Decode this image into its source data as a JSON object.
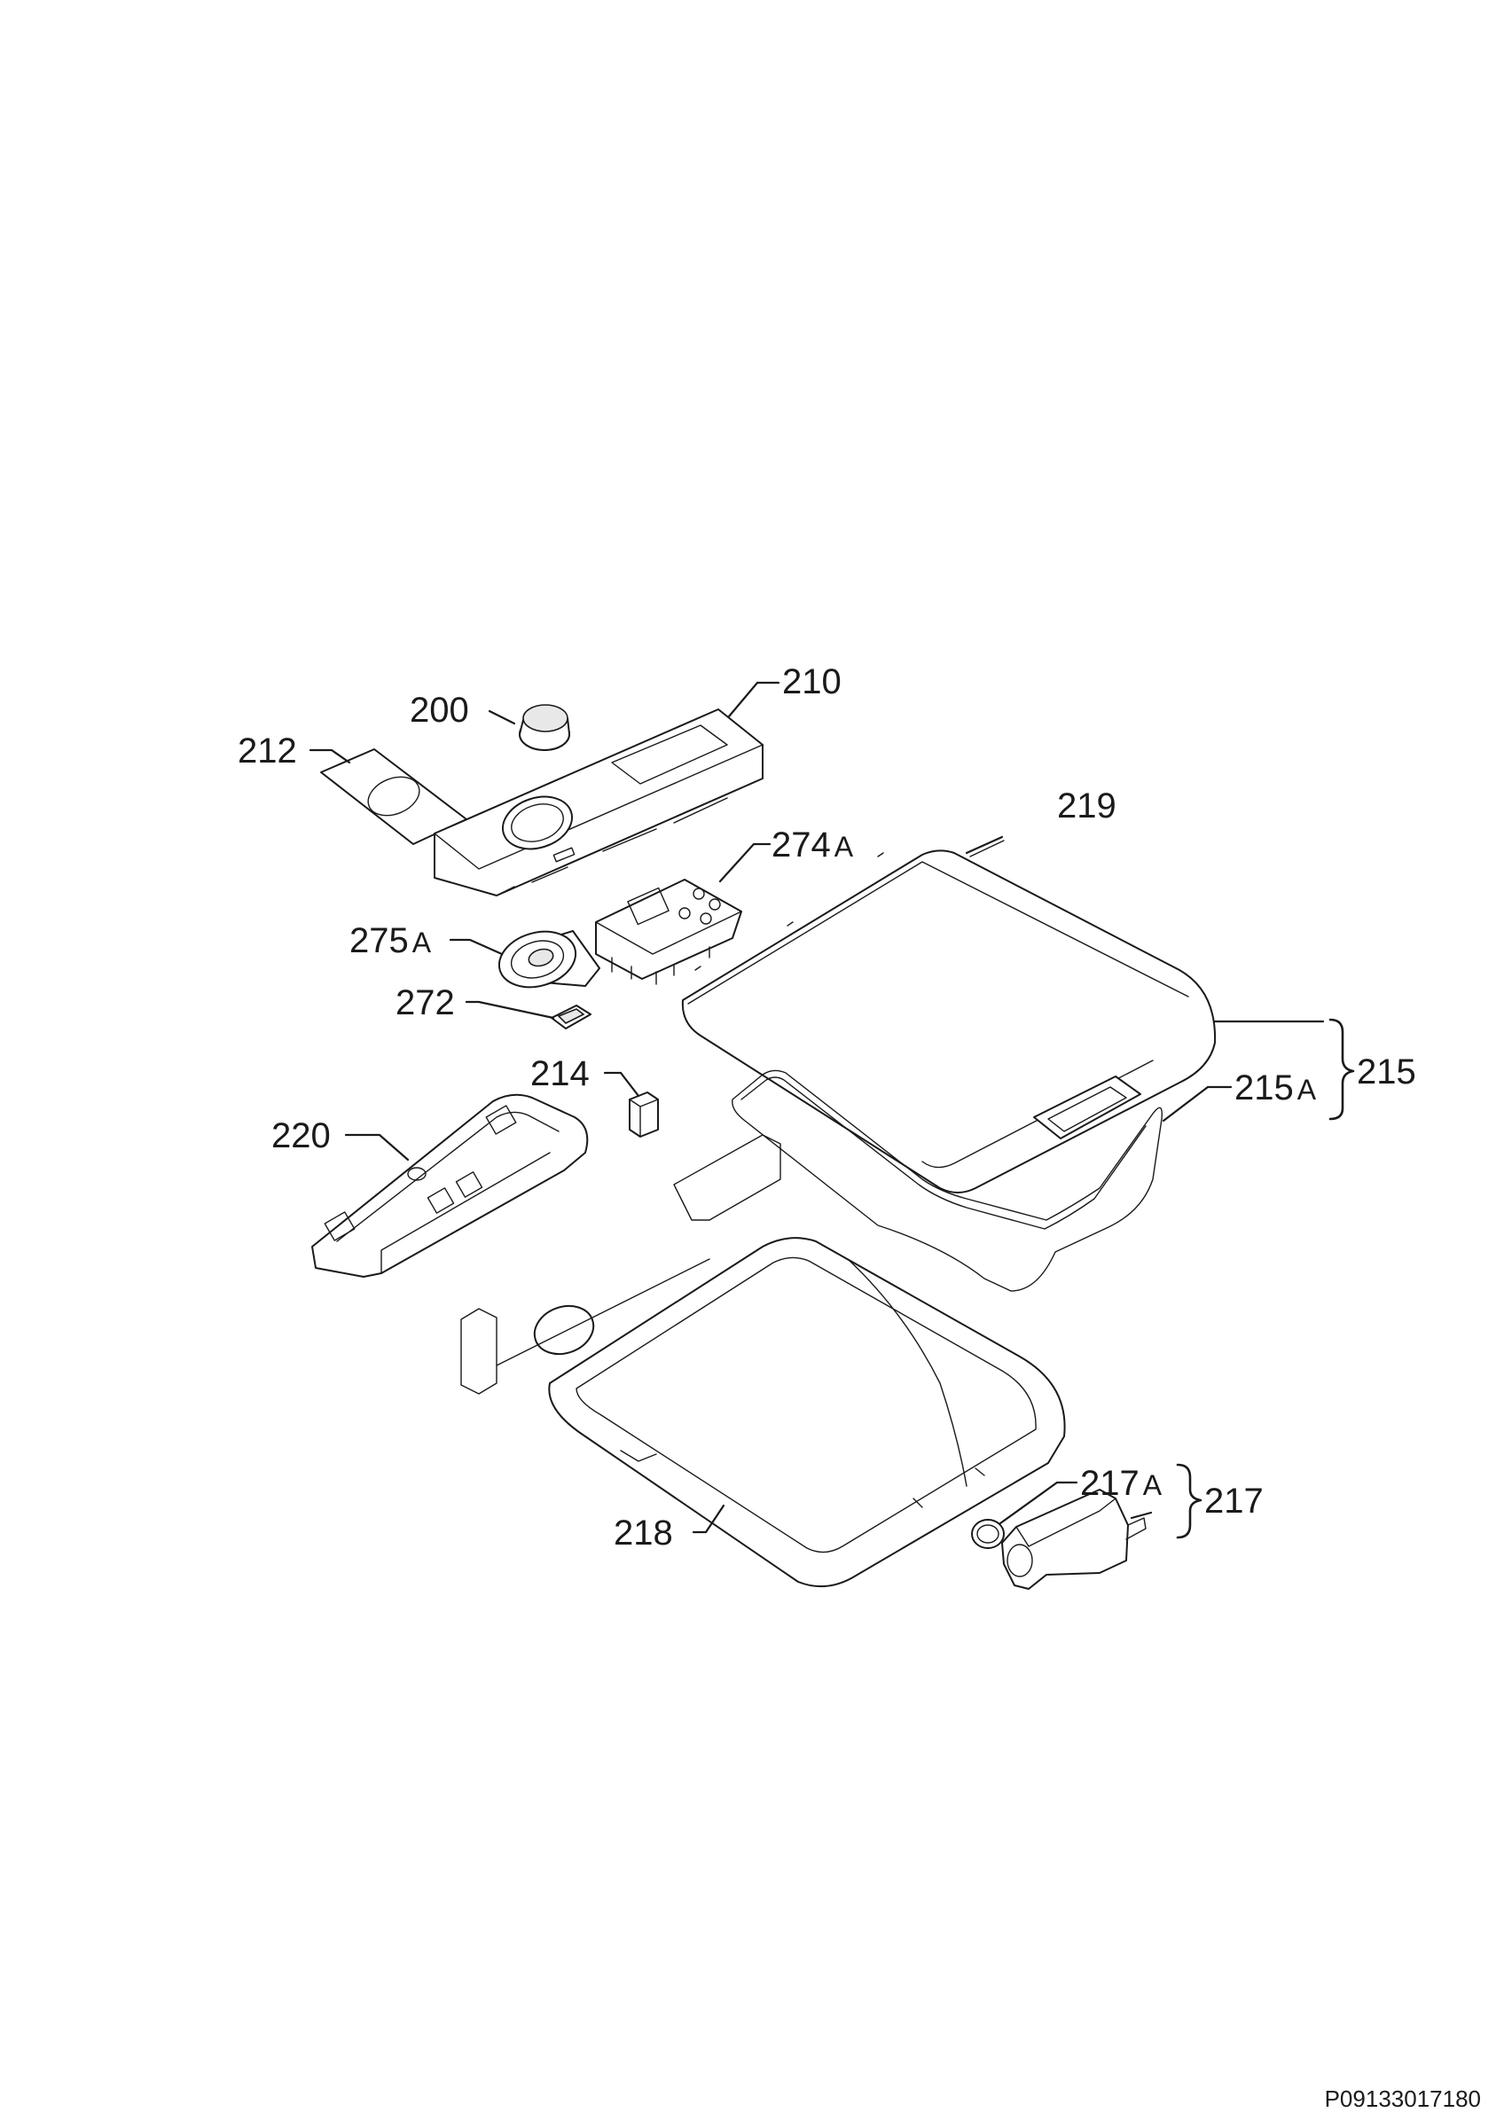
{
  "labels": {
    "p200": "200",
    "p210": "210",
    "p212": "212",
    "p214": "214",
    "p215": "215",
    "p215a_num": "215",
    "p215a_suffix": "A",
    "p217": "217",
    "p217a_num": "217",
    "p217a_suffix": "A",
    "p218": "218",
    "p219": "219",
    "p220": "220",
    "p272": "272",
    "p274a_num": "274",
    "p274a_suffix": "A",
    "p275a_num": "275",
    "p275a_suffix": "A"
  },
  "drawing_code": "P09133017180"
}
